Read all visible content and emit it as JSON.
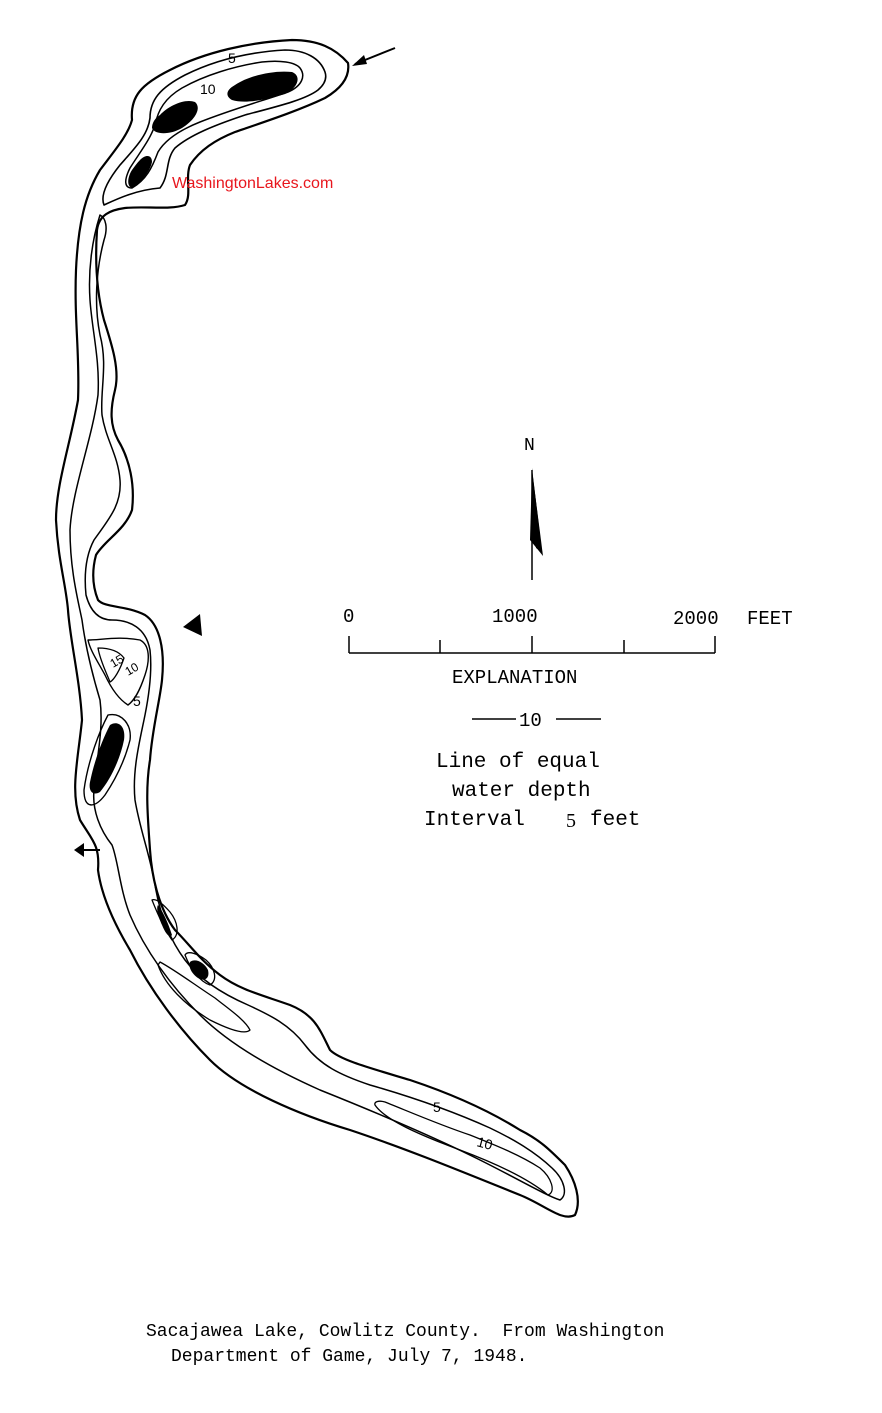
{
  "watermark": "WashingtonLakes.com",
  "north_label": "N",
  "scale": {
    "ticks": [
      "0",
      "1000",
      "2000"
    ],
    "unit": "FEET"
  },
  "explanation": {
    "title": "EXPLANATION",
    "sample_label": "10",
    "line1": "Line of equal",
    "line2": "water depth",
    "line3_prefix": "Interval",
    "line3_value": "5",
    "line3_suffix": "feet"
  },
  "depth_labels": {
    "north_5": "5",
    "north_10": "10",
    "mid_15": "15",
    "mid_10": "10",
    "mid_5": "5",
    "south_5": "5",
    "south_10": "10"
  },
  "caption": {
    "line1": "Sacajawea Lake, Cowlitz County.  From Washington",
    "line2": "Department of Game, July 7, 1948."
  },
  "colors": {
    "ink": "#000000",
    "watermark": "#e8161d"
  }
}
